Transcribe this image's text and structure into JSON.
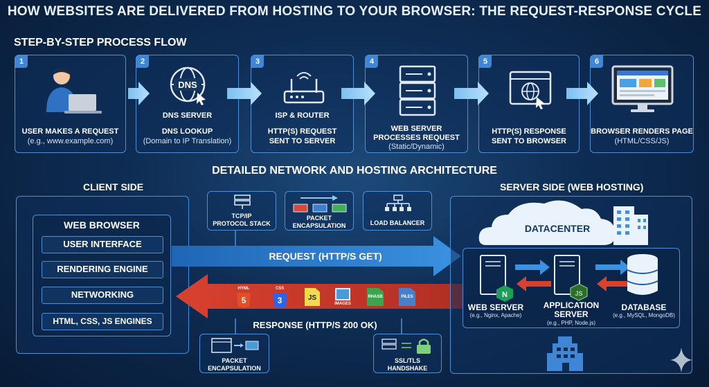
{
  "title": "HOW WEBSITES ARE DELIVERED FROM HOSTING TO YOUR BROWSER: THE REQUEST-RESPONSE CYCLE",
  "flow": {
    "heading": "STEP-BY-STEP PROCESS FLOW",
    "steps": [
      {
        "num": "1",
        "icon_label": "",
        "caption": "USER MAKES A REQUEST",
        "sub": "(e.g., www.example.com)"
      },
      {
        "num": "2",
        "icon_label": "DNS SERVER",
        "caption": "DNS LOOKUP",
        "sub": "(Domain to IP Translation)"
      },
      {
        "num": "3",
        "icon_label": "ISP & ROUTER",
        "caption": "HTTP(S) REQUEST",
        "sub": "SENT TO SERVER"
      },
      {
        "num": "4",
        "icon_label": "",
        "caption": "WEB SERVER",
        "caption2": "PROCESSES REQUEST",
        "sub": "(Static/Dynamic)"
      },
      {
        "num": "5",
        "icon_label": "",
        "caption": "HTTP(S) RESPONSE",
        "sub": "SENT TO BROWSER"
      },
      {
        "num": "6",
        "icon_label": "",
        "caption": "BROWSER RENDERS PAGE",
        "sub": "(HTML/CSS/JS)"
      }
    ],
    "dns_text": "DNS"
  },
  "arch": {
    "heading": "DETAILED NETWORK AND HOSTING ARCHITECTURE",
    "client_heading": "CLIENT SIDE",
    "server_heading": "SERVER SIDE (WEB HOSTING)",
    "browser_title": "WEB BROWSER",
    "browser_rows": [
      "USER INTERFACE",
      "RENDERING ENGINE",
      "NETWORKING",
      "HTML, CSS, JS ENGINES"
    ],
    "top_boxes": [
      {
        "label1": "TCP/IP",
        "label2": "PROTOCOL STACK"
      },
      {
        "label1": "PACKET",
        "label2": "ENCAPSULATION"
      },
      {
        "label1": "LOAD BALANCER",
        "label2": ""
      }
    ],
    "request_label": "REQUEST (HTTP/S GET)",
    "response_label": "RESPONSE (HTTP/S 200 OK)",
    "file_icons": [
      {
        "top": "HYML",
        "label": "5",
        "color": "#e44d26"
      },
      {
        "top": "CSS",
        "label": "3",
        "color": "#2965f1"
      },
      {
        "top": "",
        "label": "JS",
        "color": "#f0db4f"
      },
      {
        "top": "",
        "label": "IMAGES",
        "color": "#4a9ad8"
      },
      {
        "top": "",
        "label": "RHASB",
        "color": "#3fa34d"
      },
      {
        "top": "",
        "label": "PILES",
        "color": "#4a7fc8"
      }
    ],
    "bottom_boxes": [
      {
        "label1": "PACKET",
        "label2": "ENCAPSULATION"
      },
      {
        "label1": "SSL/TLS",
        "label2": "HANDSHAKE"
      }
    ],
    "datacenter": "DATACENTER",
    "web_server": {
      "label": "WEB SERVER",
      "sub": "(e.g., Nginx, Apache)",
      "badge": "N"
    },
    "app_server": {
      "label1": "APPLICATION",
      "label2": "SERVER",
      "sub": "(e.g., PHP, Node.js)",
      "badge": "JS"
    },
    "database": {
      "label": "DATABASE",
      "sub": "(e.g., MySQL, MongoDB)"
    }
  },
  "colors": {
    "accent": "#4d8fd6",
    "request": "#2f7fd0",
    "response": "#c7392c",
    "background": "#0b2447"
  }
}
